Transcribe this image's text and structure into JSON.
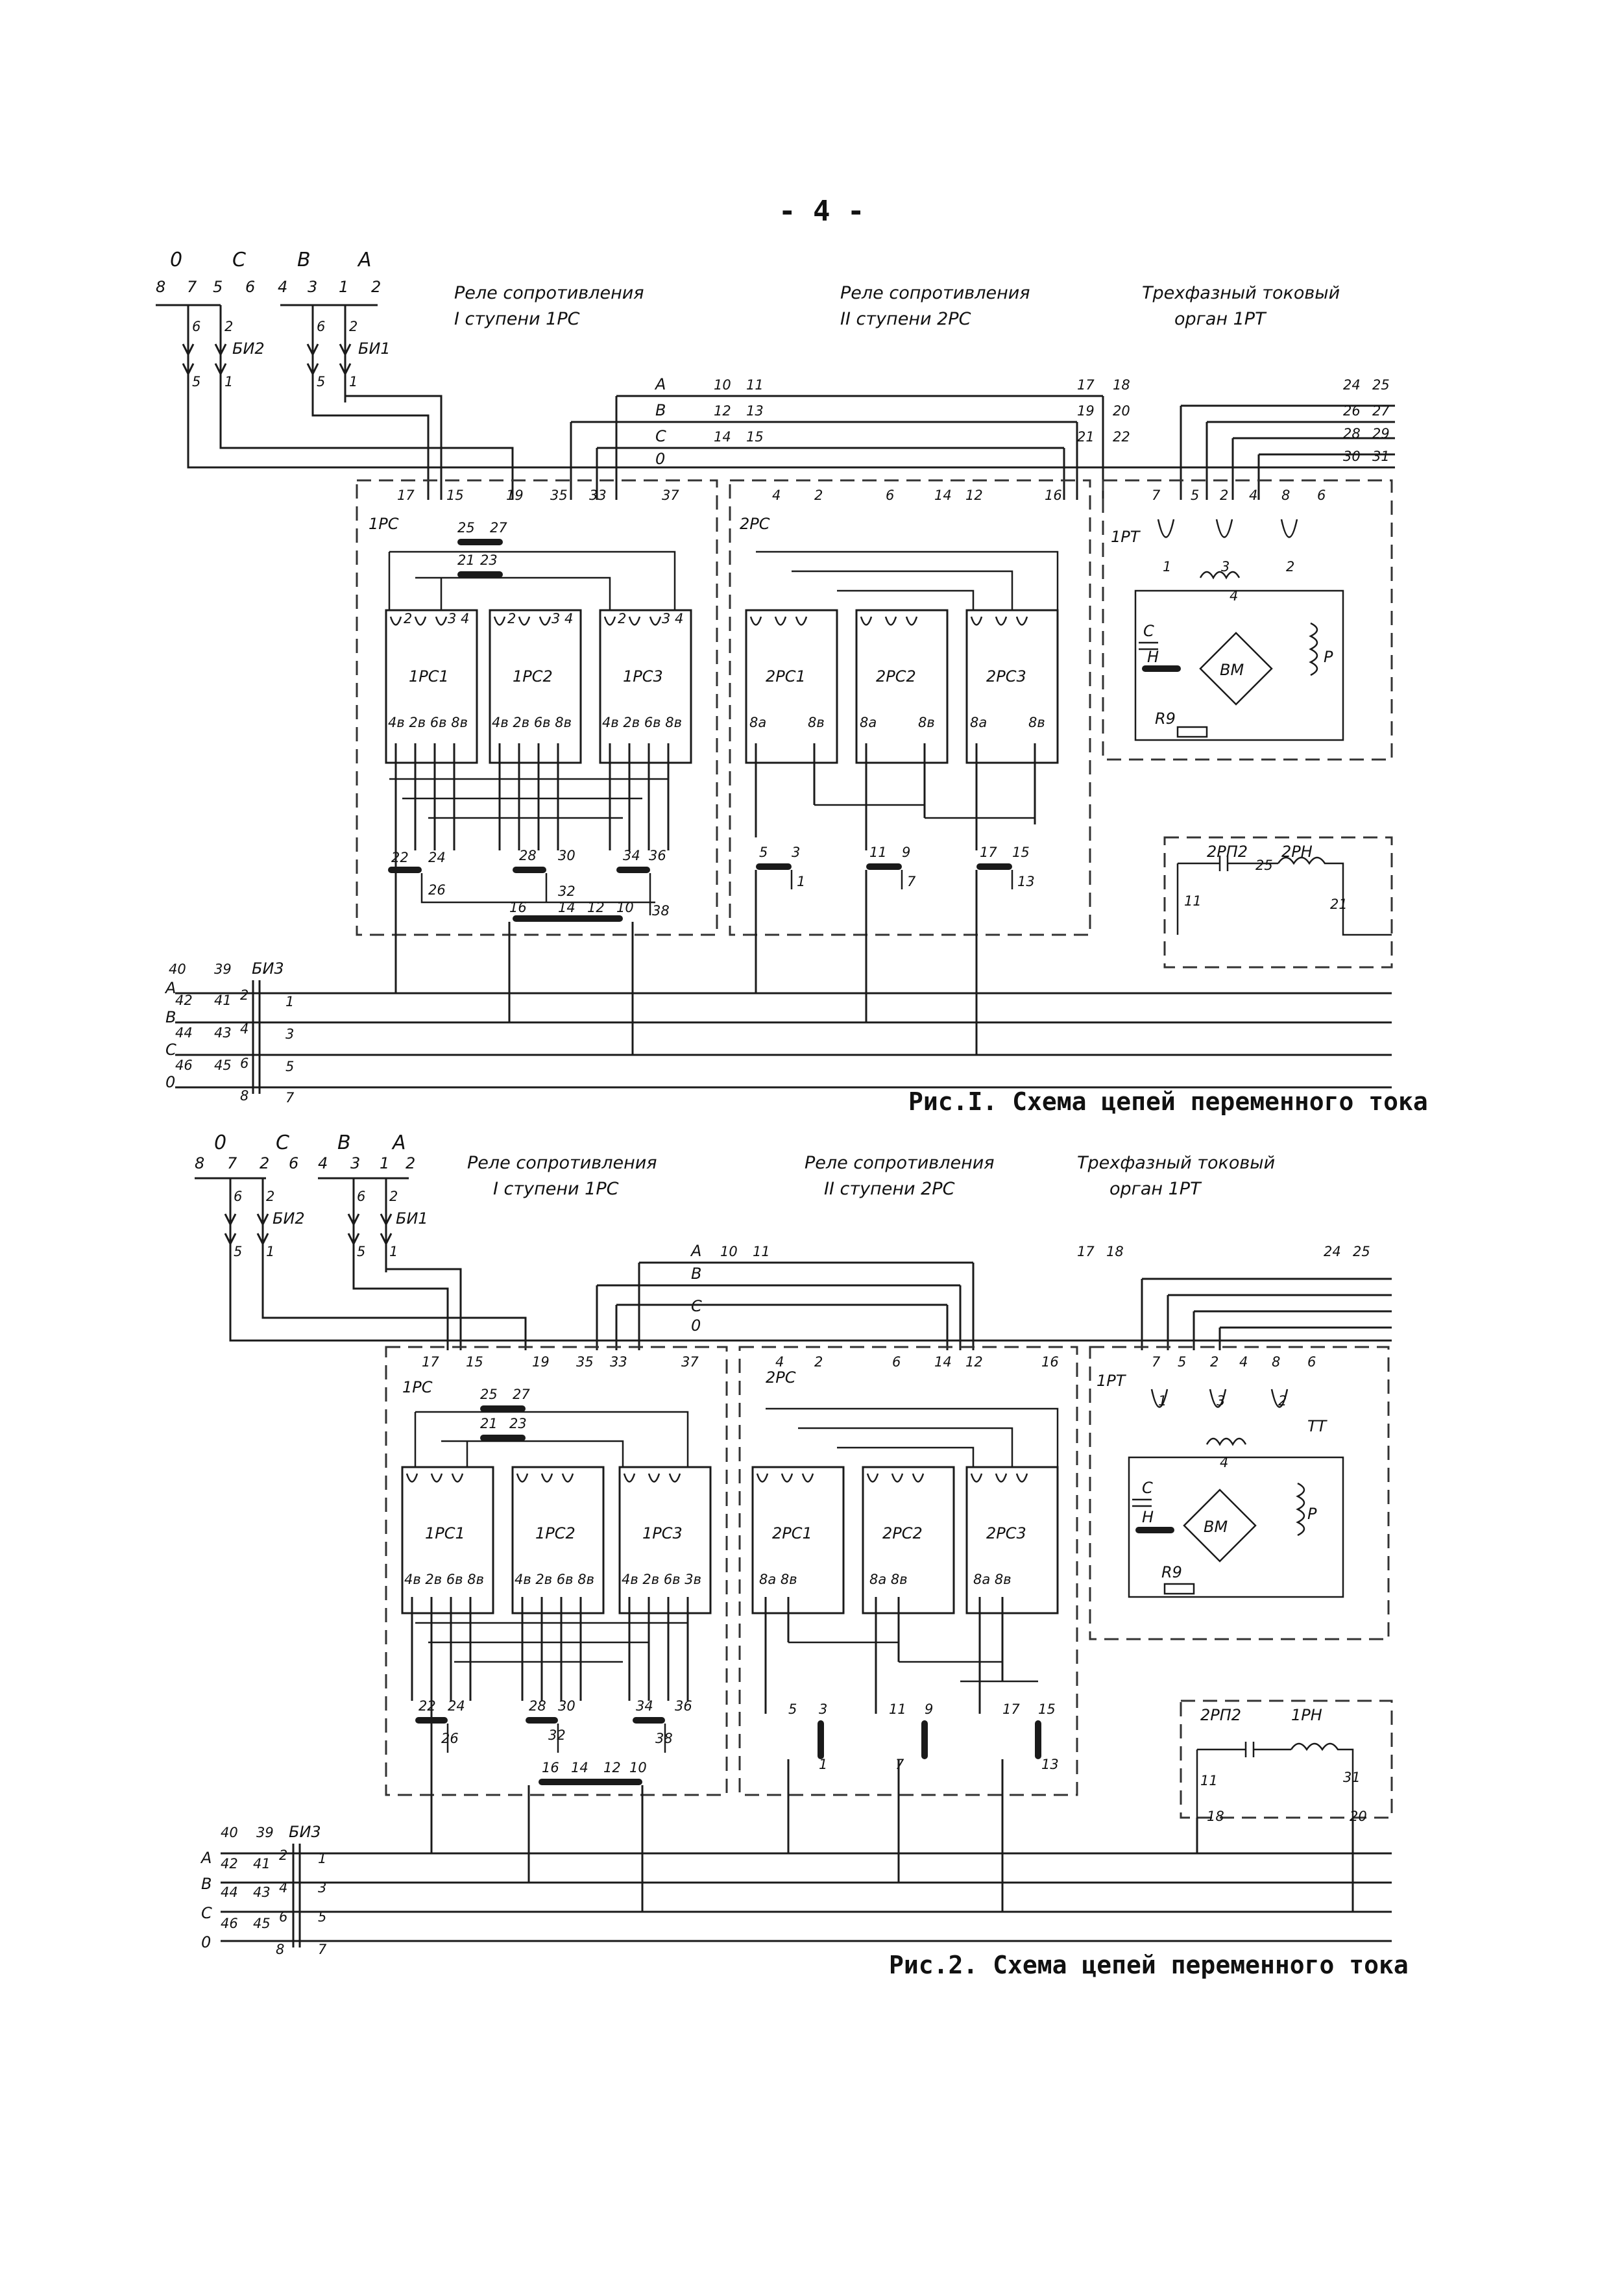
{
  "page_number": "- 4 -",
  "figures": [
    {
      "caption": "Рис.I. Схема цепей переменного тока",
      "header_1pc": [
        "Реле сопротивления",
        "I ступени 1РС"
      ],
      "header_2pc": [
        "Реле сопротивления",
        "II ступени 2РС"
      ],
      "header_1pt": [
        "Трехфазный токовый",
        "орган 1РТ"
      ],
      "bi_labels": [
        "БИ2",
        "БИ1",
        "БИ3"
      ],
      "phase_labels": [
        "0",
        "C",
        "B",
        "A"
      ],
      "relay_units": [
        "1РС1",
        "1РС2",
        "1РС3",
        "2РС1",
        "2РС2",
        "2РС3"
      ],
      "extra_relays": [
        "2РП2",
        "2РН"
      ]
    },
    {
      "caption": "Рис.2. Схема цепей переменного тока",
      "header_1pc": [
        "Реле сопротивления",
        "I ступени 1РС"
      ],
      "header_2pc": [
        "Реле сопротивления",
        "II ступени 2РС"
      ],
      "header_1pt": [
        "Трехфазный токовый",
        "орган 1РТ"
      ],
      "bi_labels": [
        "БИ2",
        "БИ1",
        "БИ3"
      ],
      "phase_labels": [
        "0",
        "C",
        "B",
        "A"
      ],
      "relay_units": [
        "1РС1",
        "1РС2",
        "1РС3",
        "2РС1",
        "2РС2",
        "2РС3"
      ],
      "extra_relays": [
        "2РП2",
        "1РН"
      ]
    }
  ]
}
